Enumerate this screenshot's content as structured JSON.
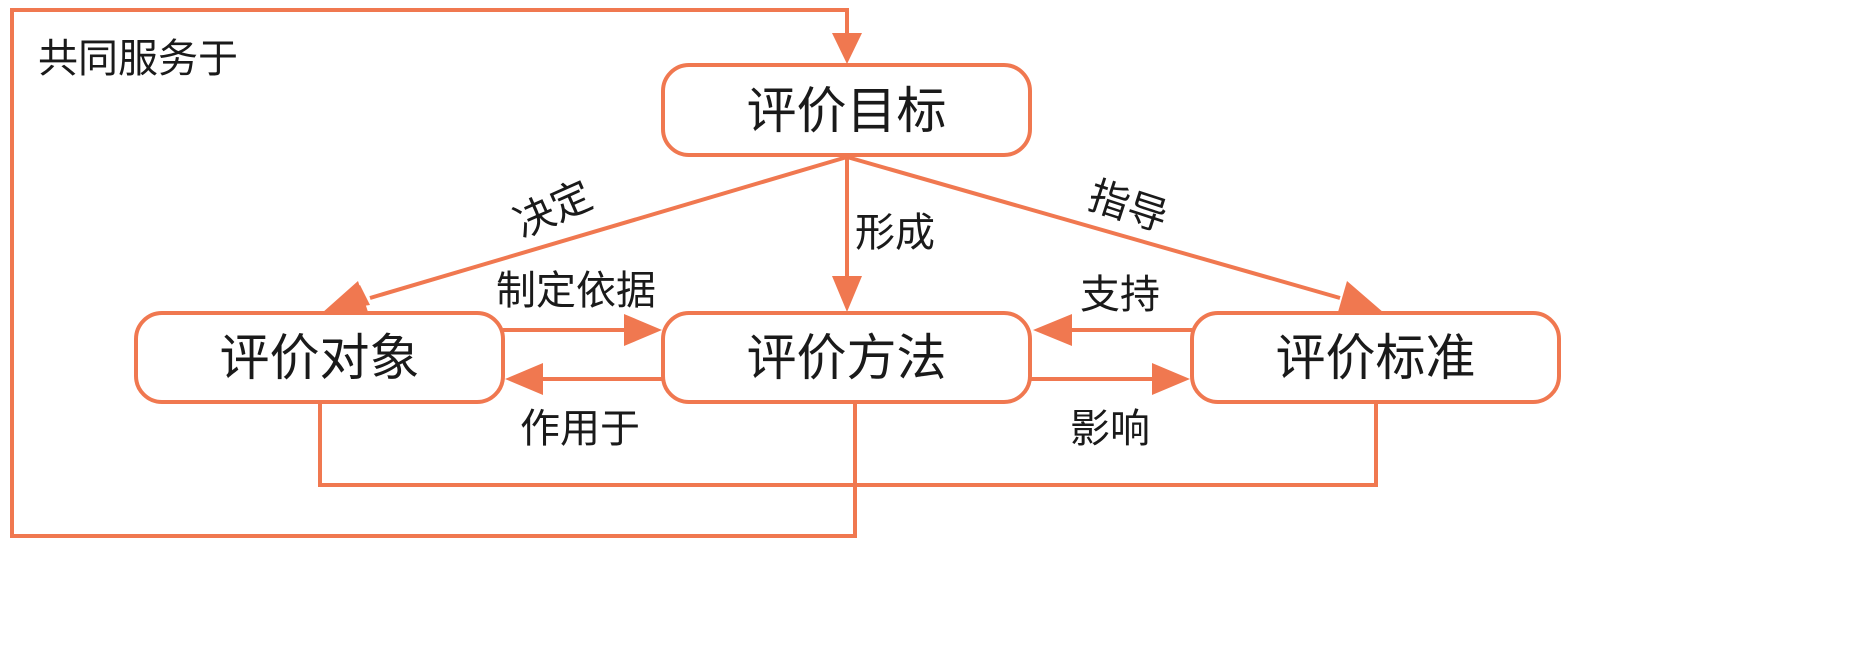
{
  "colors": {
    "stroke": "#F07850",
    "text": "#1a1a1a",
    "background": "#ffffff"
  },
  "outer_loop_label": "共同服务于",
  "nodes": {
    "goal": "评价目标",
    "object": "评价对象",
    "method": "评价方法",
    "standard": "评价标准"
  },
  "edges": {
    "goal_to_object": "决定",
    "goal_to_method": "形成",
    "goal_to_standard": "指导",
    "object_to_method": "制定依据",
    "method_to_object": "作用于",
    "standard_to_method": "支持",
    "method_to_standard": "影响"
  }
}
